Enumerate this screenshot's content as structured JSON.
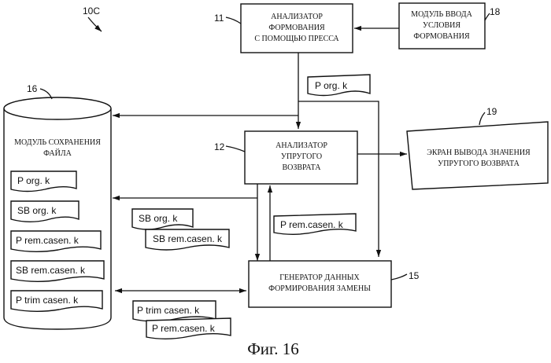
{
  "figure_ref": "10C",
  "caption": "Фиг. 16",
  "blocks": {
    "press_analyzer": {
      "ref": "11",
      "lines": [
        "АНАЛИЗАТОР",
        "ФОРМОВАНИЯ",
        "С ПОМОЩЬЮ ПРЕССА"
      ]
    },
    "input_module": {
      "ref": "18",
      "lines": [
        "МОДУЛЬ ВВОДА",
        "УСЛОВИЯ",
        "ФОРМОВАНИЯ"
      ]
    },
    "springback_analyzer": {
      "ref": "12",
      "lines": [
        "АНАЛИЗАТОР",
        "УПРУГОГО",
        "ВОЗВРАТА"
      ]
    },
    "output_screen": {
      "ref": "19",
      "lines": [
        "ЭКРАН ВЫВОДА ЗНАЧЕНИЯ",
        "УПРУГОГО ВОЗВРАТА"
      ]
    },
    "replacement_generator": {
      "ref": "15",
      "lines": [
        "ГЕНЕРАТОР ДАННЫХ",
        "ФОРМИРОВАНИЯ ЗАМЕНЫ"
      ]
    },
    "storage": {
      "ref": "16",
      "lines": [
        "МОДУЛЬ СОХРАНЕНИЯ",
        "ФАЙЛА"
      ],
      "files": [
        "P org. k",
        "SB org. k",
        "P rem.casen. k",
        "SB rem.casen. k",
        "P trim casen. k"
      ]
    }
  },
  "flow_docs": {
    "p_org": "P org. k",
    "sb_org": "SB org. k",
    "sb_rem": "SB rem.casen. k",
    "p_rem_mid": "P rem.casen. k",
    "p_trim": "P trim casen. k",
    "p_rem_bottom": "P rem.casen. k"
  }
}
